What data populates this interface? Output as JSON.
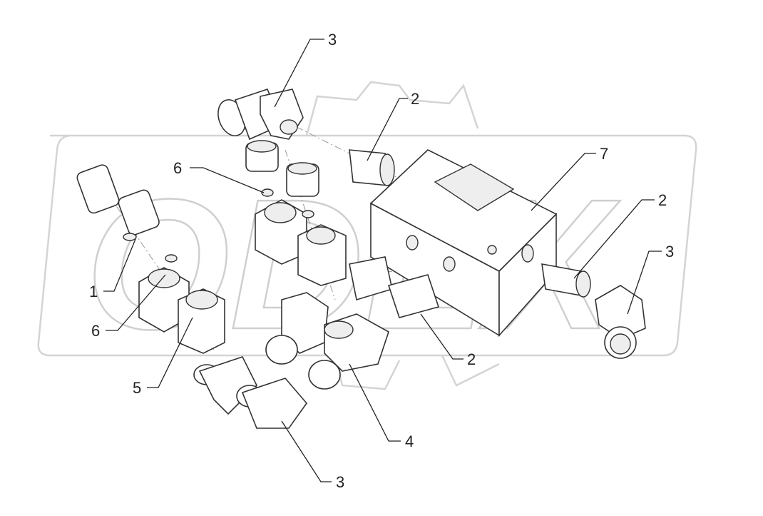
{
  "diagram": {
    "watermark": "ODEX",
    "callouts": [
      {
        "id": "callout-3-top",
        "label": "3"
      },
      {
        "id": "callout-2-top",
        "label": "2"
      },
      {
        "id": "callout-6-upper",
        "label": "6"
      },
      {
        "id": "callout-7",
        "label": "7"
      },
      {
        "id": "callout-2-right",
        "label": "2"
      },
      {
        "id": "callout-3-right",
        "label": "3"
      },
      {
        "id": "callout-1",
        "label": "1"
      },
      {
        "id": "callout-6-lower",
        "label": "6"
      },
      {
        "id": "callout-2-bottom",
        "label": "2"
      },
      {
        "id": "callout-5",
        "label": "5"
      },
      {
        "id": "callout-4",
        "label": "4"
      },
      {
        "id": "callout-3-bottom",
        "label": "3"
      }
    ]
  }
}
